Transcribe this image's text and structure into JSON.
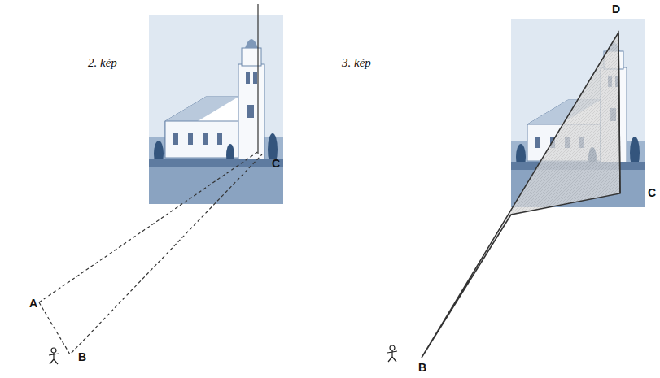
{
  "diagram": {
    "labels": [
      "2. kép",
      "A",
      "B",
      "C",
      "3. kép",
      "D",
      "B",
      "C"
    ]
  }
}
